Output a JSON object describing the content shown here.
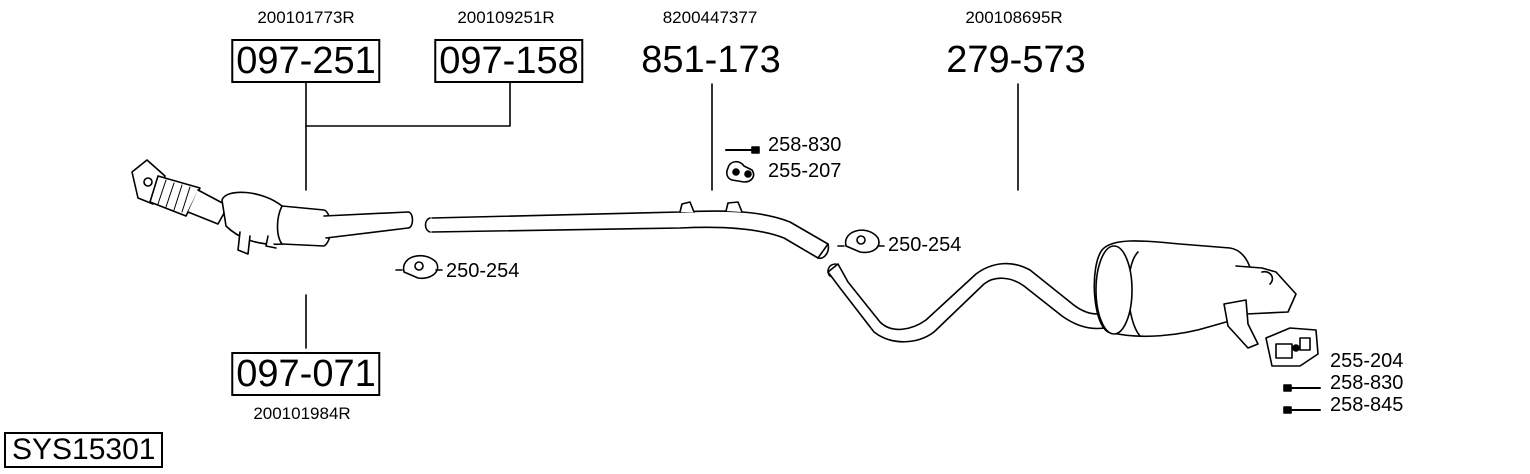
{
  "system_id": "SYS15301",
  "parts": [
    {
      "key": "cat",
      "number": "097-251",
      "oem": "200101773R",
      "boxed": true
    },
    {
      "key": "kit",
      "number": "097-158",
      "oem": "200109251R",
      "boxed": true
    },
    {
      "key": "front",
      "number": "097-071",
      "oem": "200101984R",
      "boxed": true
    },
    {
      "key": "middle",
      "number": "851-173",
      "oem": "8200447377",
      "boxed": false
    },
    {
      "key": "rear",
      "number": "279-573",
      "oem": "200108695R",
      "boxed": false
    }
  ],
  "small_parts": [
    {
      "key": "clamp1",
      "number": "250-254"
    },
    {
      "key": "bolt-mid",
      "number": "258-830"
    },
    {
      "key": "rubber-mid",
      "number": "255-207"
    },
    {
      "key": "clamp2",
      "number": "250-254"
    },
    {
      "key": "rubber-rear",
      "number": "255-204"
    },
    {
      "key": "bolt-rear1",
      "number": "258-830"
    },
    {
      "key": "bolt-rear2",
      "number": "258-845"
    }
  ]
}
